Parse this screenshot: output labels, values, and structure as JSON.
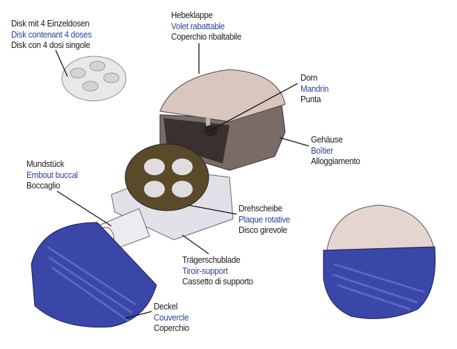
{
  "labels": {
    "disk": {
      "de": "Disk mit 4 Einzeldosen",
      "fr": "Disk contenant 4 doses",
      "it": "Disk con 4 dosi singole"
    },
    "flap": {
      "de": "Hebeklappe",
      "fr": "Volet rabattable",
      "it": "Coperchio ribaltabile"
    },
    "pin": {
      "de": "Dorn",
      "fr": "Mandrin",
      "it": "Punta"
    },
    "housing": {
      "de": "Gehäuse",
      "fr": "Boîtier",
      "it": "Alloggiamento"
    },
    "mouthpiece": {
      "de": "Mundstück",
      "fr": "Embout buccal",
      "it": "Boccaglio"
    },
    "wheel": {
      "de": "Drehscheibe",
      "fr": "Plaque rotative",
      "it": "Disco girevole"
    },
    "tray": {
      "de": "Trägerschublade",
      "fr": "Tiroir-support",
      "it": "Cassetto di supporto"
    },
    "cover": {
      "de": "Deckel",
      "fr": "Couvercle",
      "it": "Coperchio"
    }
  },
  "colors": {
    "french": "#2f3f9e",
    "cover": "#3a46a8",
    "housing": "#d9c6bd",
    "wheel": "#5a4a2a"
  }
}
